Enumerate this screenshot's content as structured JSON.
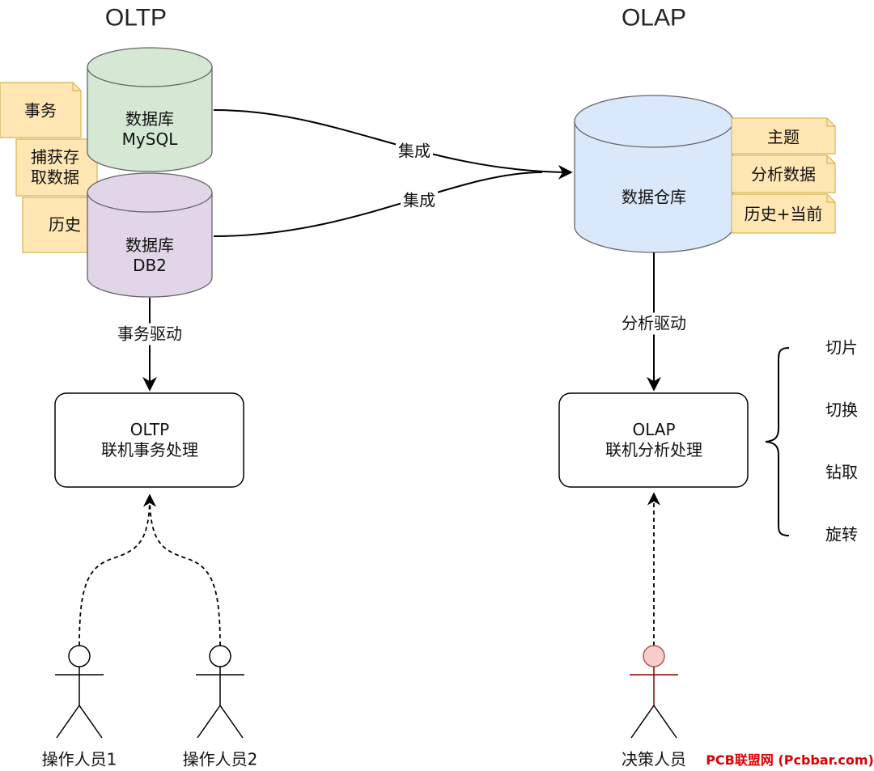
{
  "titles": {
    "oltp": "OLTP",
    "olap": "OLAP"
  },
  "databases": {
    "mysql": {
      "line1": "数据库",
      "line2": "MySQL",
      "fill": "#d5e8d4"
    },
    "db2": {
      "line1": "数据库",
      "line2": "DB2",
      "fill": "#e1d5e7"
    },
    "warehouse": {
      "line1": "数据仓库",
      "fill": "#dae8fc"
    }
  },
  "oltp_notes": [
    {
      "line1": "事务",
      "line2": ""
    },
    {
      "line1": "捕获存",
      "line2": "取数据"
    },
    {
      "line1": "历史",
      "line2": ""
    }
  ],
  "olap_notes": [
    "主题",
    "分析数据",
    "历史+当前"
  ],
  "note_fill": "#ffe6b3",
  "edges": {
    "integrate_1": "集成",
    "integrate_2": "集成",
    "transaction_driven": "事务驱动",
    "analysis_driven": "分析驱动"
  },
  "processes": {
    "oltp": {
      "line1": "OLTP",
      "line2": "联机事务处理"
    },
    "olap": {
      "line1": "OLAP",
      "line2": "联机分析处理"
    }
  },
  "olap_operations": [
    "切片",
    "切换",
    "钻取",
    "旋转"
  ],
  "actors": {
    "operator1": {
      "label": "操作人员1",
      "head_fill": "#ffffff",
      "line_color": "#000000"
    },
    "operator2": {
      "label": "操作人员2",
      "head_fill": "#ffffff",
      "line_color": "#000000"
    },
    "decision_maker": {
      "label": "决策人员",
      "head_fill": "#f8cecc",
      "line_color": "#8b0000"
    }
  },
  "watermark": "PCB联盟网 (Pcbbar.com)"
}
